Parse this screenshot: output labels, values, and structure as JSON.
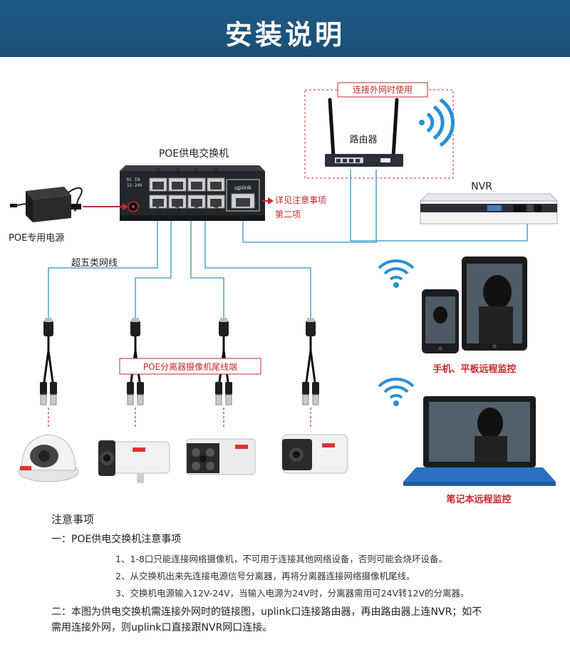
{
  "header": {
    "title": "安装说明"
  },
  "diagram": {
    "switch_label": "POE供电交换机",
    "switch_panel": {
      "dc_text": "DC IN\n12-24V",
      "ports_top": [
        "2",
        "4",
        "6",
        "8"
      ],
      "ports_bottom": [
        "1",
        "3",
        "5",
        "7"
      ],
      "uplink": "uplink"
    },
    "power_label": "POE专用电源",
    "router_box_label": "连接外网时使用",
    "router_label": "路由器",
    "nvr_label": "NVR",
    "note_pointer": [
      "详见注意事项",
      "第二项"
    ],
    "cable_label": "超五类网线",
    "splitter_label": "POE分离器摄像机尾线端",
    "mobile_label": "手机、平板远程监控",
    "laptop_label": "笔记本远程监控"
  },
  "notes": {
    "title": "注意事项",
    "section1": {
      "title": "一：POE供电交换机注意事项",
      "items": [
        "1、1-8口只能连接网络摄像机，不可用于连接其他网络设备，否则可能会烧坏设备。",
        "2、从交换机出来先连接电源信号分离器，再将分离器连接网络摄像机尾线。",
        "3、交换机电源输入12V-24V，当输入电源为24V时，分离器需用可24V转12V的分离器。"
      ]
    },
    "section2": {
      "lines": [
        "二：本图为供电交换机需连接外网时的链接图，uplink口连接路由器，再由路由器上连NVR；如不",
        "需用连接外网，则uplink口直接跟NVR网口连接。"
      ]
    }
  },
  "colors": {
    "header_bg": "#1f5a86",
    "accent_red": "#c8282d",
    "wire_blue": "#4aa6c8",
    "wifi_blue": "#2a8fd6"
  }
}
